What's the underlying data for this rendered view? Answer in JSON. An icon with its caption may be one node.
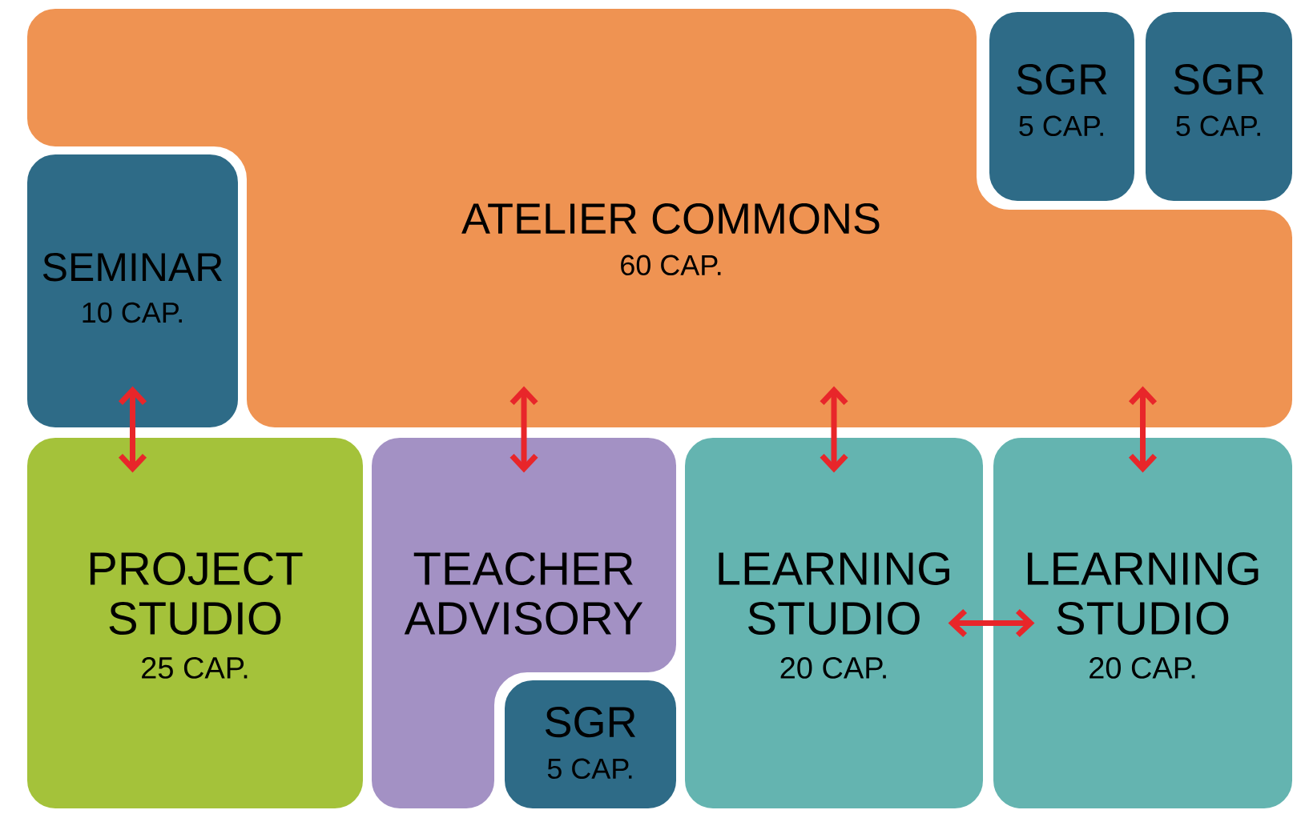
{
  "diagram": {
    "nodes": [
      {
        "text": [
          "ATELIER COMMONS",
          "60 CAP."
        ]
      },
      {
        "text": [
          "SGR",
          "5 CAP."
        ]
      },
      {
        "text": [
          "SGR",
          "5 CAP."
        ]
      },
      {
        "text": [
          "SEMINAR",
          "10 CAP."
        ]
      },
      {
        "text": [
          "PROJECT STUDIO",
          "25 CAP."
        ]
      },
      {
        "text": [
          "TEACHER ADVISORY"
        ]
      },
      {
        "text": [
          "SGR",
          "5 CAP."
        ]
      },
      {
        "text": [
          "LEARNING STUDIO",
          "20 CAP."
        ]
      },
      {
        "text": [
          "LEARNING STUDIO",
          "20 CAP."
        ]
      }
    ],
    "edges": [
      {
        "from": 3,
        "to": 4,
        "arrow": "both"
      },
      {
        "from": 0,
        "to": 5,
        "arrow": "both"
      },
      {
        "from": 0,
        "to": 7,
        "arrow": "both"
      },
      {
        "from": 0,
        "to": 8,
        "arrow": "both"
      },
      {
        "from": 7,
        "to": 8,
        "arrow": "both"
      }
    ]
  }
}
